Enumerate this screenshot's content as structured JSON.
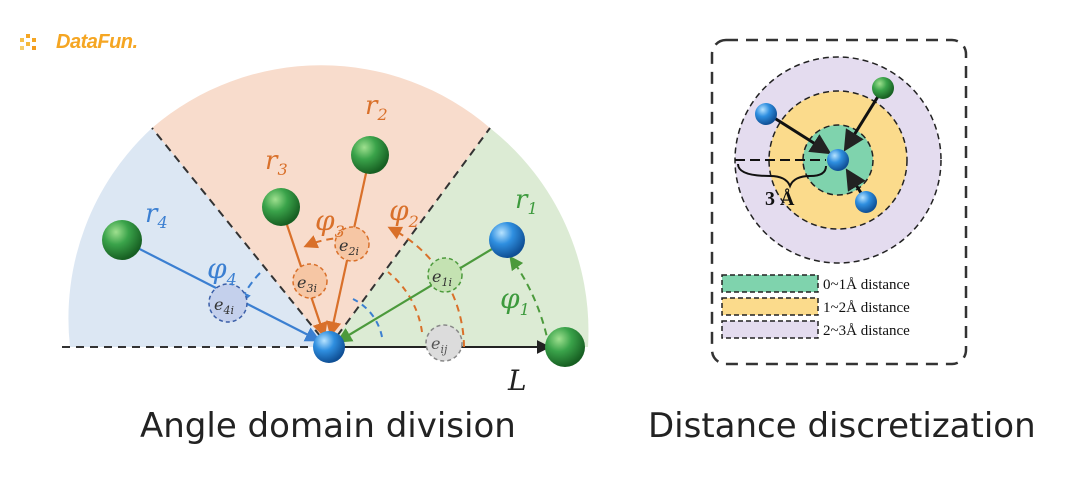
{
  "logo": {
    "text": "DataFun."
  },
  "angle_diagram": {
    "caption": "Angle domain division",
    "reference_axis": "L",
    "atoms": [
      {
        "name": "r1",
        "base": "r",
        "sub": "1",
        "color": "#2f7fd6"
      },
      {
        "name": "r2",
        "base": "r",
        "sub": "2",
        "color": "#2e9a3a"
      },
      {
        "name": "r3",
        "base": "r",
        "sub": "3",
        "color": "#2e9a3a"
      },
      {
        "name": "r4",
        "base": "r",
        "sub": "4",
        "color": "#2e9a3a"
      }
    ],
    "angles": [
      {
        "base": "φ",
        "sub": "1",
        "color": "#3d9a3d"
      },
      {
        "base": "φ",
        "sub": "2",
        "color": "#d9702a"
      },
      {
        "base": "φ",
        "sub": "3",
        "color": "#d9702a"
      },
      {
        "base": "φ",
        "sub": "4",
        "color": "#3b7fd1"
      }
    ],
    "edges": [
      {
        "base": "e",
        "sub": "1i"
      },
      {
        "base": "e",
        "sub": "2i"
      },
      {
        "base": "e",
        "sub": "3i"
      },
      {
        "base": "e",
        "sub": "4i"
      },
      {
        "base": "e",
        "sub": "ij"
      }
    ],
    "sector_colors": {
      "green": "#dcebd4",
      "orange": "#f8dccc",
      "blue": "#dce7f3"
    }
  },
  "distance_diagram": {
    "caption": "Distance discretization",
    "radius_label": "3 Å",
    "legend": [
      {
        "label": "0~1Å distance",
        "color": "#7fd3ad"
      },
      {
        "label": "1~2Å distance",
        "color": "#fbdb8c"
      },
      {
        "label": "2~3Å distance",
        "color": "#e4dcef"
      }
    ]
  }
}
